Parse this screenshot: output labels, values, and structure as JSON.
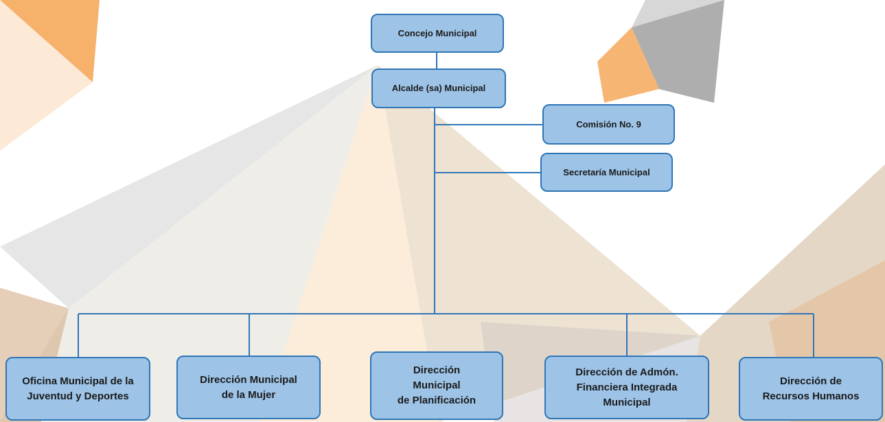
{
  "org_chart": {
    "top": {
      "concejo": "Concejo Municipal",
      "alcalde": "Alcalde (sa) Municipal"
    },
    "side": {
      "comision": "Comisión No. 9",
      "secretaria": "Secretaría Municipal"
    },
    "directions": [
      {
        "lines": [
          "Oficina Municipal de la",
          "Juventud y Deportes"
        ]
      },
      {
        "lines": [
          "Dirección Municipal",
          "de la Mujer"
        ]
      },
      {
        "lines": [
          "Dirección",
          "Municipal",
          "de Planificación"
        ]
      },
      {
        "lines": [
          "Dirección de Admón.",
          "Financiera Integrada",
          "Municipal"
        ]
      },
      {
        "lines": [
          "Dirección de",
          "Recursos Humanos"
        ]
      }
    ]
  },
  "colors": {
    "box_fill": "#9dc3e6",
    "box_border": "#2e75b6",
    "connector": "#2e75b6"
  }
}
